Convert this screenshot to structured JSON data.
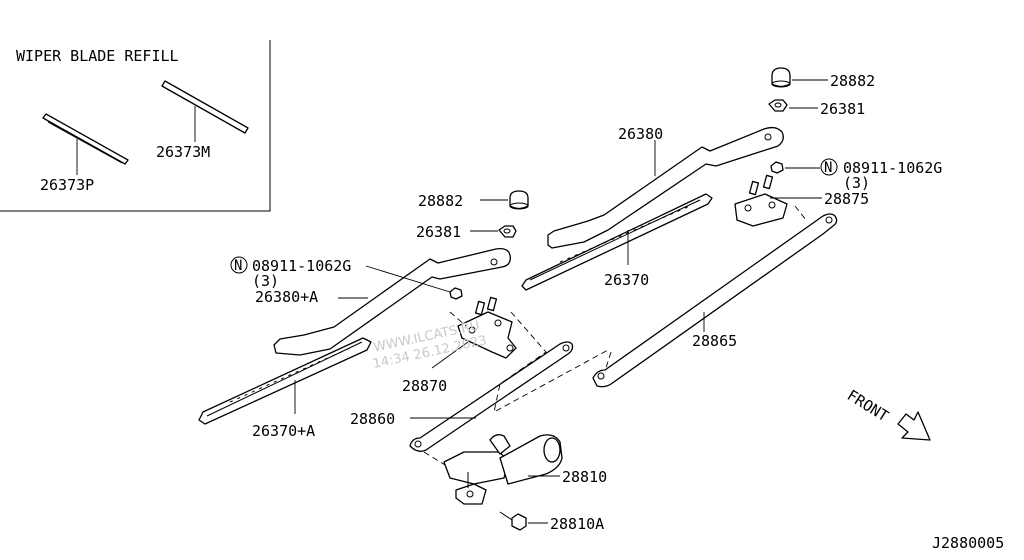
{
  "inset": {
    "title": "WIPER BLADE REFILL",
    "refill_left": "26373P",
    "refill_right": "26373M"
  },
  "parts": {
    "cap_right": "28882",
    "nut_right": "26381",
    "arm_right": "26380",
    "bolt_right": "08911-1062G",
    "bolt_right_qty": "(3)",
    "pivot_right": "28875",
    "blade_right": "26370",
    "cap_left": "28882",
    "nut_left": "26381",
    "bolt_left": "08911-1062G",
    "bolt_left_qty": "(3)",
    "arm_left": "26380+A",
    "pivot_left": "28870",
    "blade_left": "26370+A",
    "link_long": "28865",
    "link_short": "28860",
    "motor": "28810",
    "motor_bolt": "28810A"
  },
  "front_label": "FRONT",
  "diagram_code": "J2880005",
  "bolt_symbol": "N",
  "watermark": {
    "site": "WWW.ILCATS.RU",
    "timestamp": "14:34 26.12.2023"
  }
}
